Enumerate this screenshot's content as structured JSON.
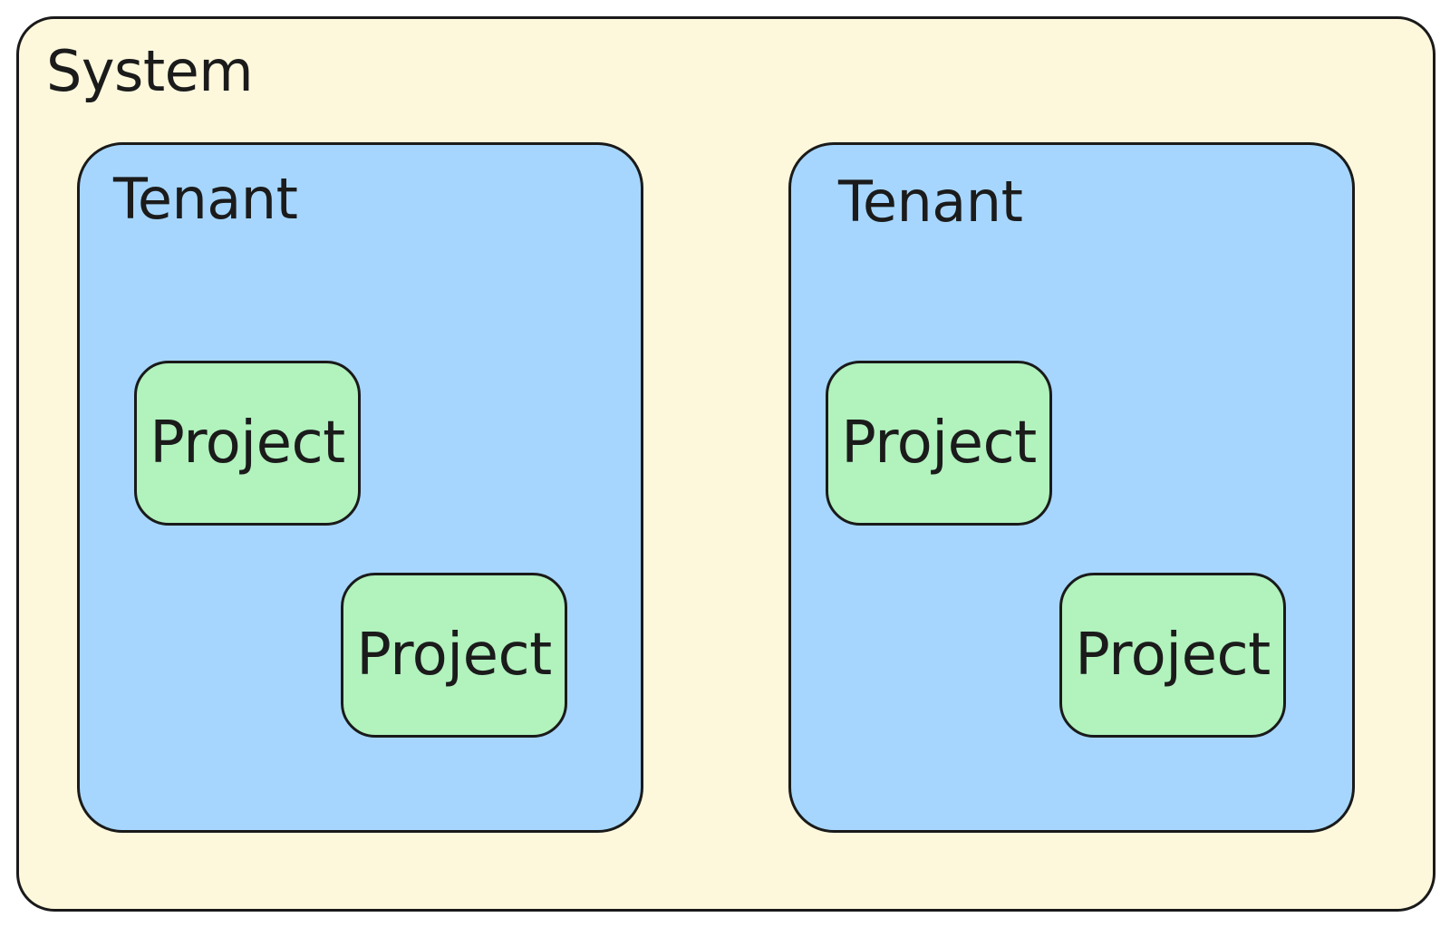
{
  "diagram": {
    "system": {
      "label": "System",
      "fill": "#fdf8dc",
      "tenants": [
        {
          "label": "Tenant",
          "fill": "#a6d6fd",
          "projects": [
            {
              "label": "Project",
              "fill": "#b1f2bd"
            },
            {
              "label": "Project",
              "fill": "#b1f2bd"
            }
          ]
        },
        {
          "label": "Tenant",
          "fill": "#a6d6fd",
          "projects": [
            {
              "label": "Project",
              "fill": "#b1f2bd"
            },
            {
              "label": "Project",
              "fill": "#b1f2bd"
            }
          ]
        }
      ]
    }
  }
}
